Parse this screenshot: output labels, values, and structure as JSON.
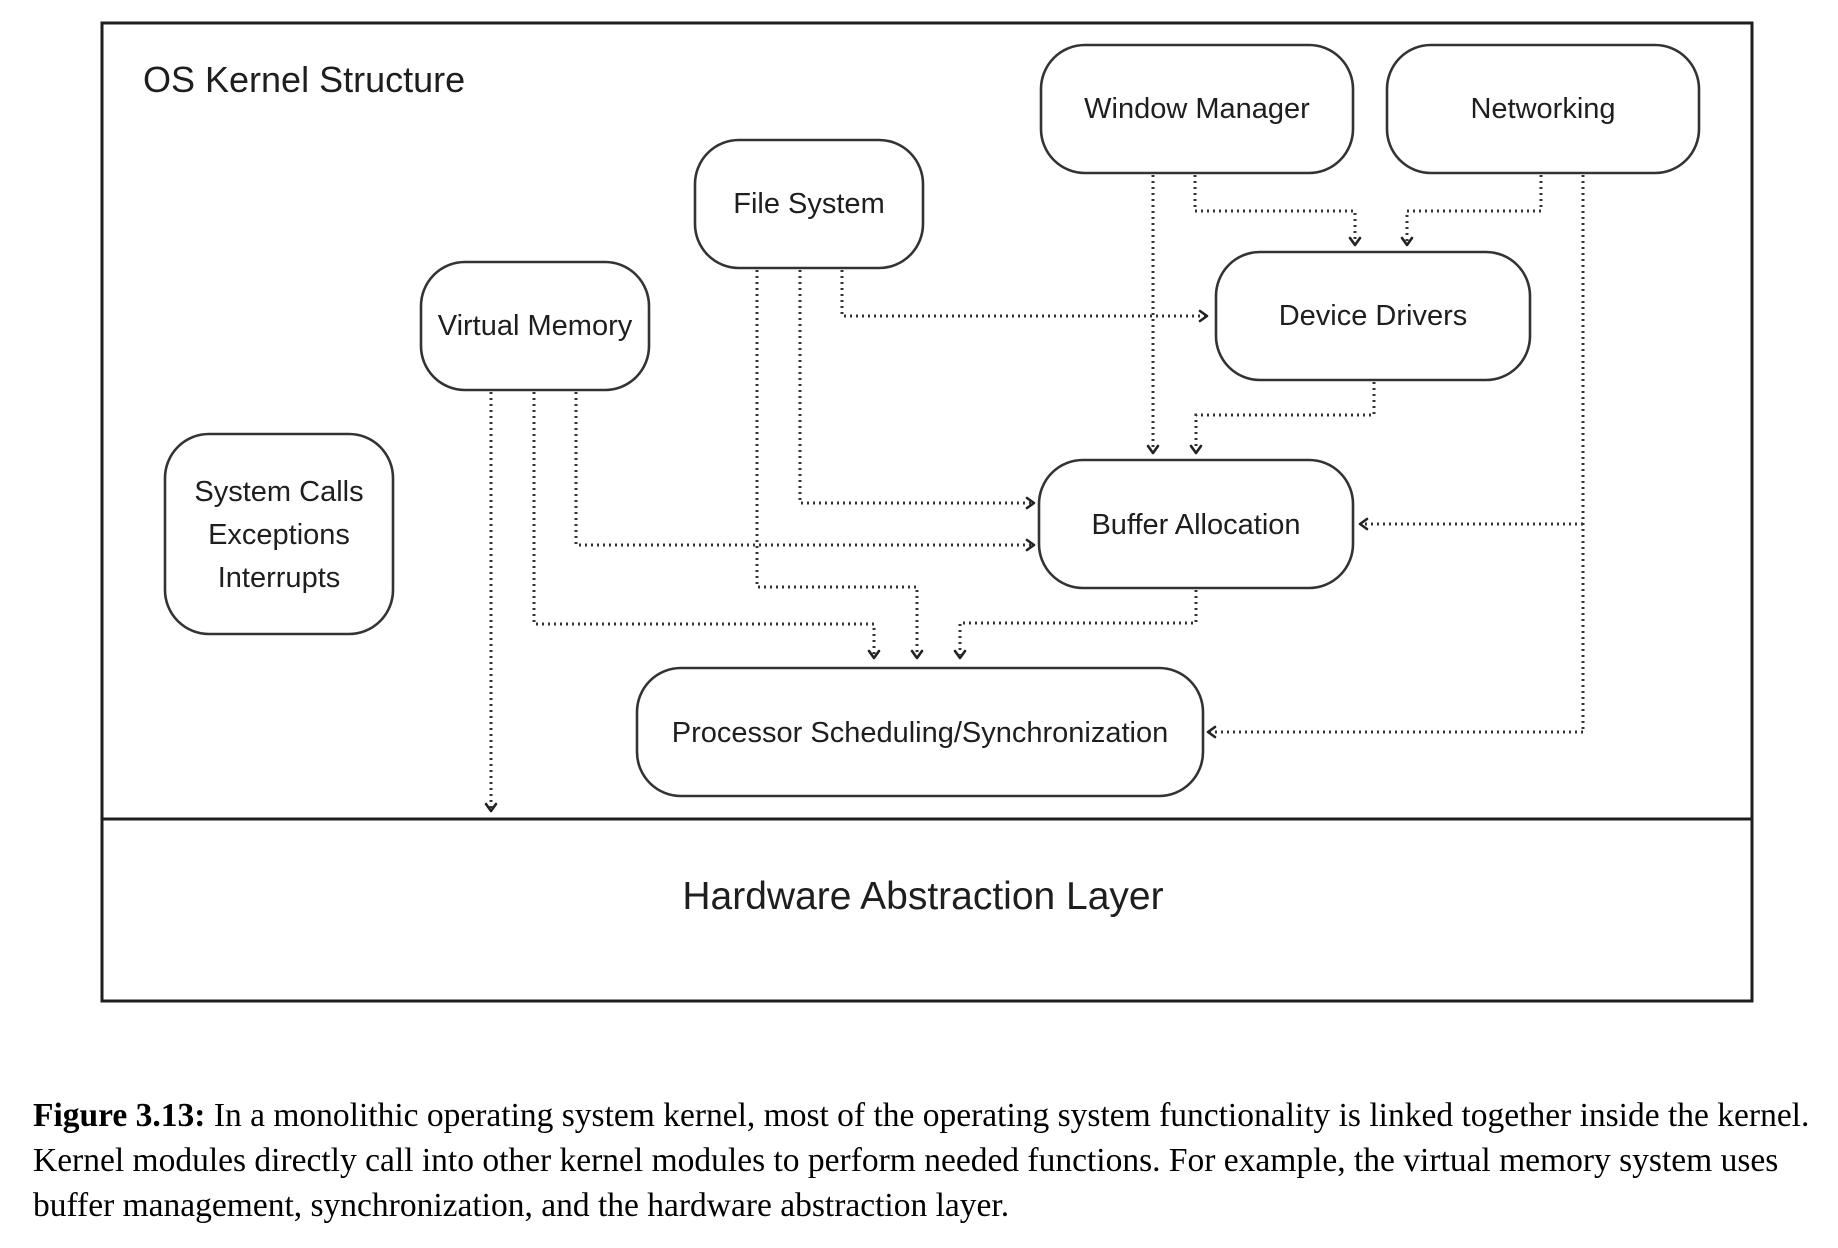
{
  "diagram": {
    "title": "OS Kernel Structure",
    "hal_label": "Hardware Abstraction Layer",
    "modules": {
      "window_manager": "Window Manager",
      "networking": "Networking",
      "file_system": "File System",
      "device_drivers": "Device Drivers",
      "virtual_memory": "Virtual Memory",
      "system_calls": [
        "System Calls",
        "Exceptions",
        "Interrupts"
      ],
      "buffer_allocation": "Buffer Allocation",
      "processor_scheduling": "Processor Scheduling/Synchronization"
    }
  },
  "caption": {
    "label": "Figure 3.13:",
    "text": "In a monolithic operating system kernel, most of the operating system functionality is linked together inside the kernel. Kernel modules directly call into other kernel modules to perform needed functions. For example, the virtual memory system uses buffer management, synchronization, and the hardware abstraction layer."
  }
}
